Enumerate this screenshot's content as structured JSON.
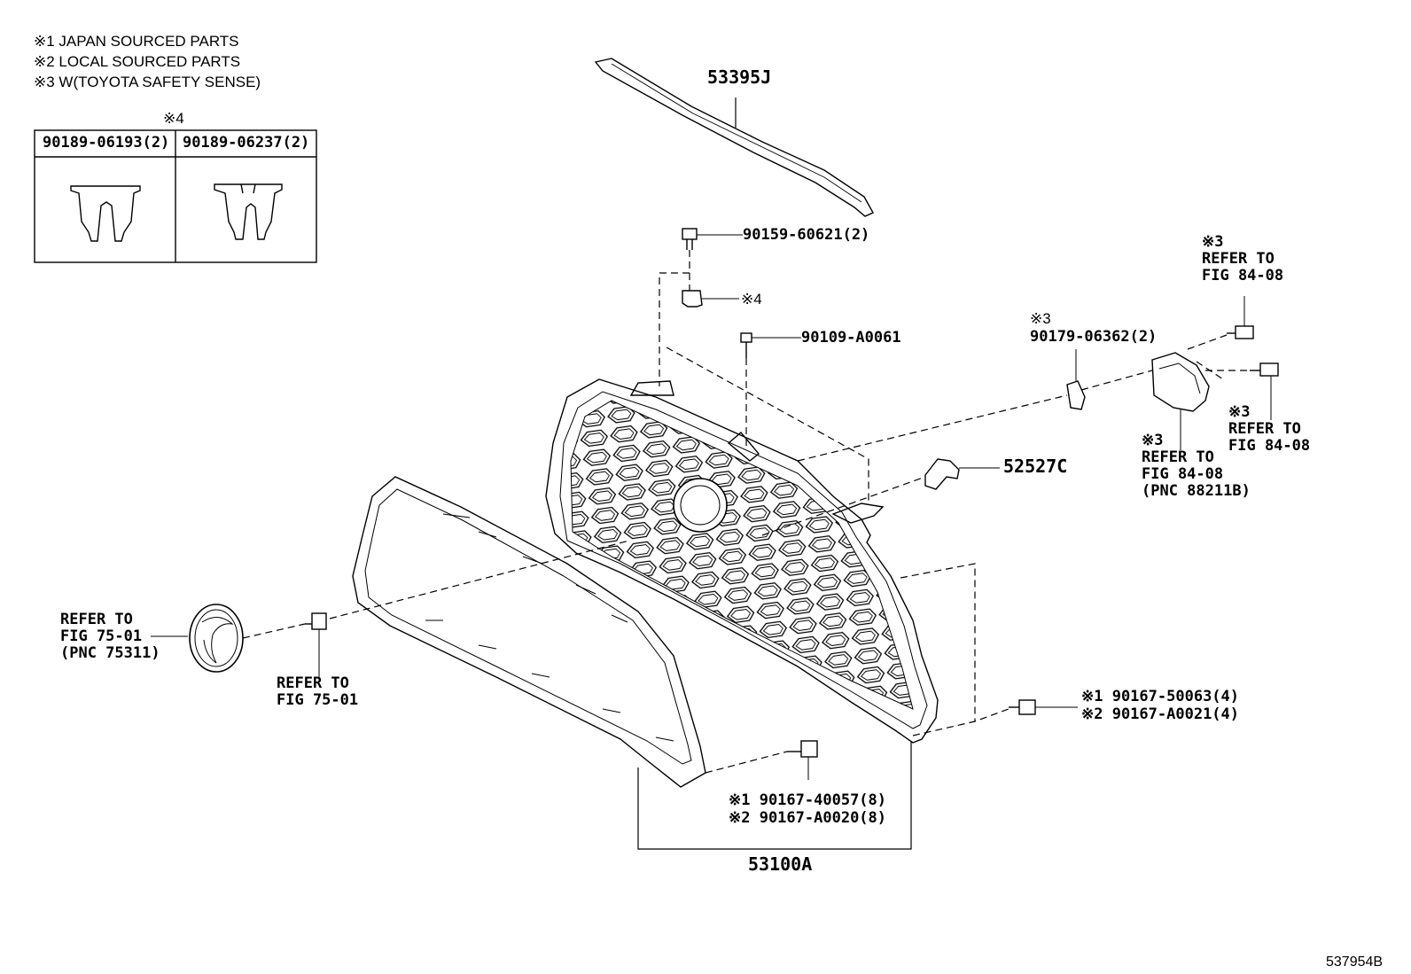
{
  "notes": {
    "n1": "※1 JAPAN SOURCED PARTS",
    "n2": "※2 LOCAL SOURCED PARTS",
    "n3": "※3 W(TOYOTA SAFETY SENSE)"
  },
  "clip_table": {
    "mark": "※4",
    "col1": "90189-06193(2)",
    "col2": "90189-06237(2)"
  },
  "labels": {
    "molding": "53395J",
    "bolt_top": "90159-60621(2)",
    "clip_mark": "※4",
    "screw_center": "90109-A0061",
    "clip_sensor_mark": "※3",
    "clip_sensor": "90179-06362(2)",
    "ref_right_top": "※3\nREFER TO\nFIG 84-08",
    "ref_right_mid": "※3\nREFER TO\nFIG 84-08",
    "ref_sensor": "※3\nREFER TO\nFIG 84-08\n(PNC 88211B)",
    "bracket": "52527C",
    "emblem_ref": "REFER TO\nFIG 75-01\n(PNC 75311)",
    "nut_ref": "REFER TO\nFIG 75-01",
    "screw_right_1": "※1 90167-50063(4)",
    "screw_right_2": "※2 90167-A0021(4)",
    "screw_bottom_1": "※1 90167-40057(8)",
    "screw_bottom_2": "※2 90167-A0020(8)",
    "grille_assy": "53100A",
    "figure_id": "537954B"
  }
}
